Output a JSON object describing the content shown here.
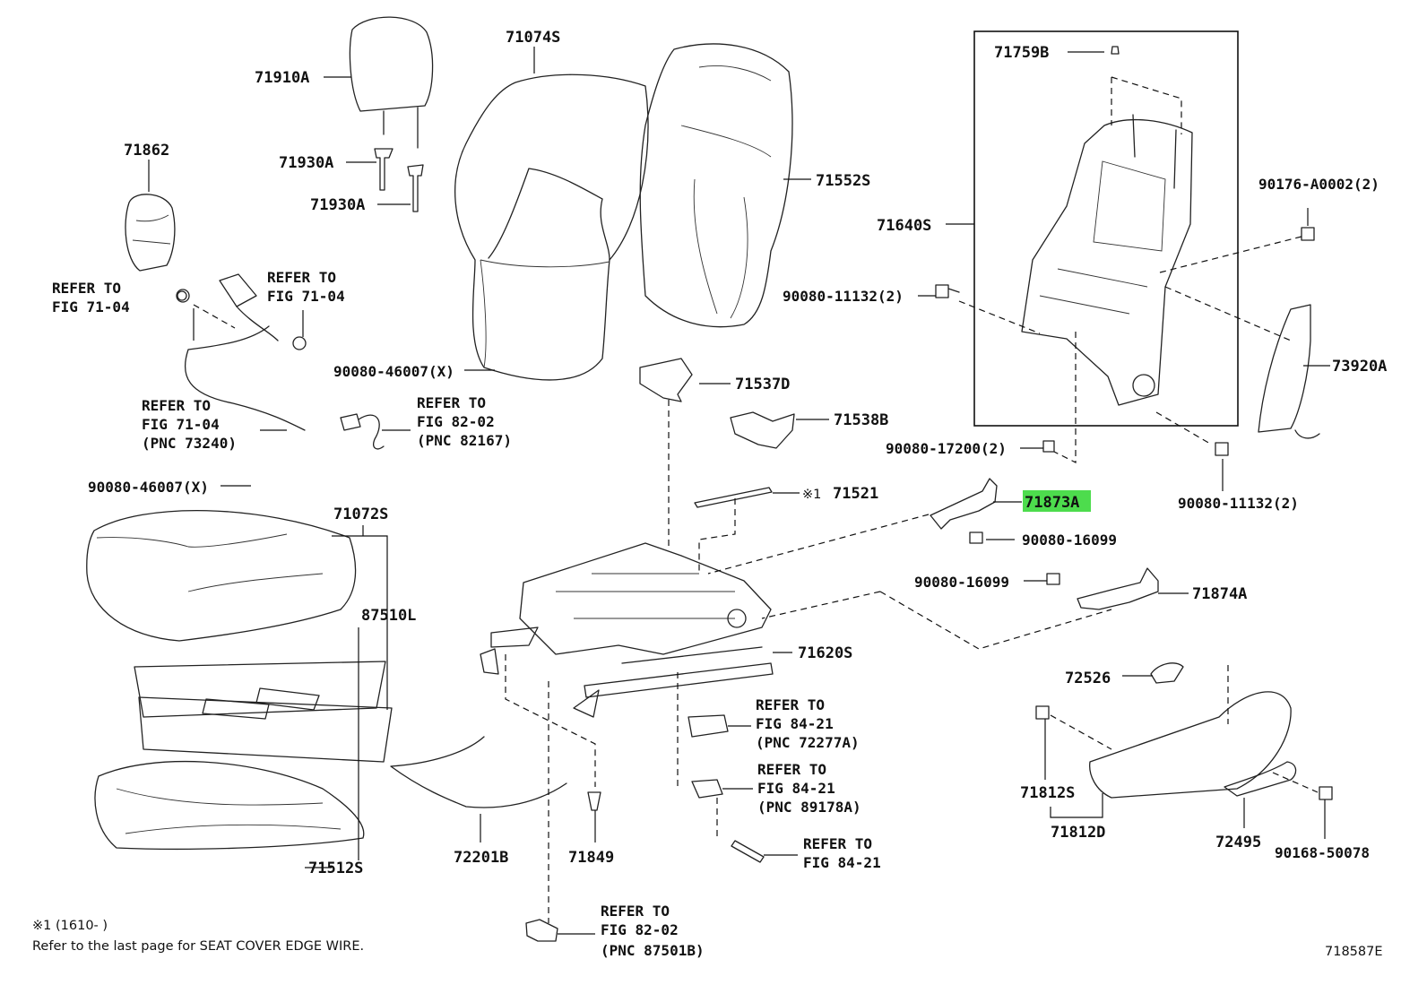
{
  "labels": {
    "p71910A": "71910A",
    "p71074S": "71074S",
    "p71862": "71862",
    "p71930A_1": "71930A",
    "p71930A_2": "71930A",
    "p71552S": "71552S",
    "p71759B": "71759B",
    "p71640S": "71640S",
    "p90176": "90176-A0002(2)",
    "p90080_11132_a": "90080-11132(2)",
    "p73920A": "73920A",
    "p90080_17200": "90080-17200(2)",
    "p90080_11132_b": "90080-11132(2)",
    "p90080_46007_a": "90080-46007(X)",
    "p90080_46007_b": "90080-46007(X)",
    "p71537D": "71537D",
    "p71538B": "71538B",
    "p71521": "71521",
    "p71521_mark": "※1",
    "p71873A": "71873A",
    "p90080_16099_a": "90080-16099",
    "p90080_16099_b": "90080-16099",
    "p71874A": "71874A",
    "p71072S": "71072S",
    "p87510L": "87510L",
    "p71620S": "71620S",
    "p72526": "72526",
    "p71812S": "71812S",
    "p71812D": "71812D",
    "p72495": "72495",
    "p90168": "90168-50078",
    "p71512S": "71512S",
    "p72201B": "72201B",
    "p71849": "71849"
  },
  "refs": {
    "left_a": {
      "line1": "REFER TO",
      "line2": "FIG 71-04"
    },
    "left_b": {
      "line1": "REFER TO",
      "line2": "FIG 71-04"
    },
    "left_c": {
      "line1": "REFER TO",
      "line2": "FIG 71-04",
      "line3": "(PNC 73240)"
    },
    "mid_a": {
      "line1": "REFER TO",
      "line2": "FIG 82-02",
      "line3": "(PNC 82167)"
    },
    "rail_a": {
      "line1": "REFER TO",
      "line2": "FIG 84-21",
      "line3": "(PNC 72277A)"
    },
    "rail_b": {
      "line1": "REFER TO",
      "line2": "FIG 84-21",
      "line3": "(PNC 89178A)"
    },
    "rail_c": {
      "line1": "REFER TO",
      "line2": "FIG 84-21"
    },
    "bottom": {
      "line1": "REFER TO",
      "line2": "FIG 82-02",
      "line3": "(PNC 87501B)"
    }
  },
  "footnote": {
    "mark_line": "※1 (1610-      )",
    "text": "Refer to the last page for SEAT COVER EDGE WIRE."
  },
  "diagram_id": "718587E",
  "highlight": {
    "part": "71873A",
    "color": "#4ddc4d"
  }
}
